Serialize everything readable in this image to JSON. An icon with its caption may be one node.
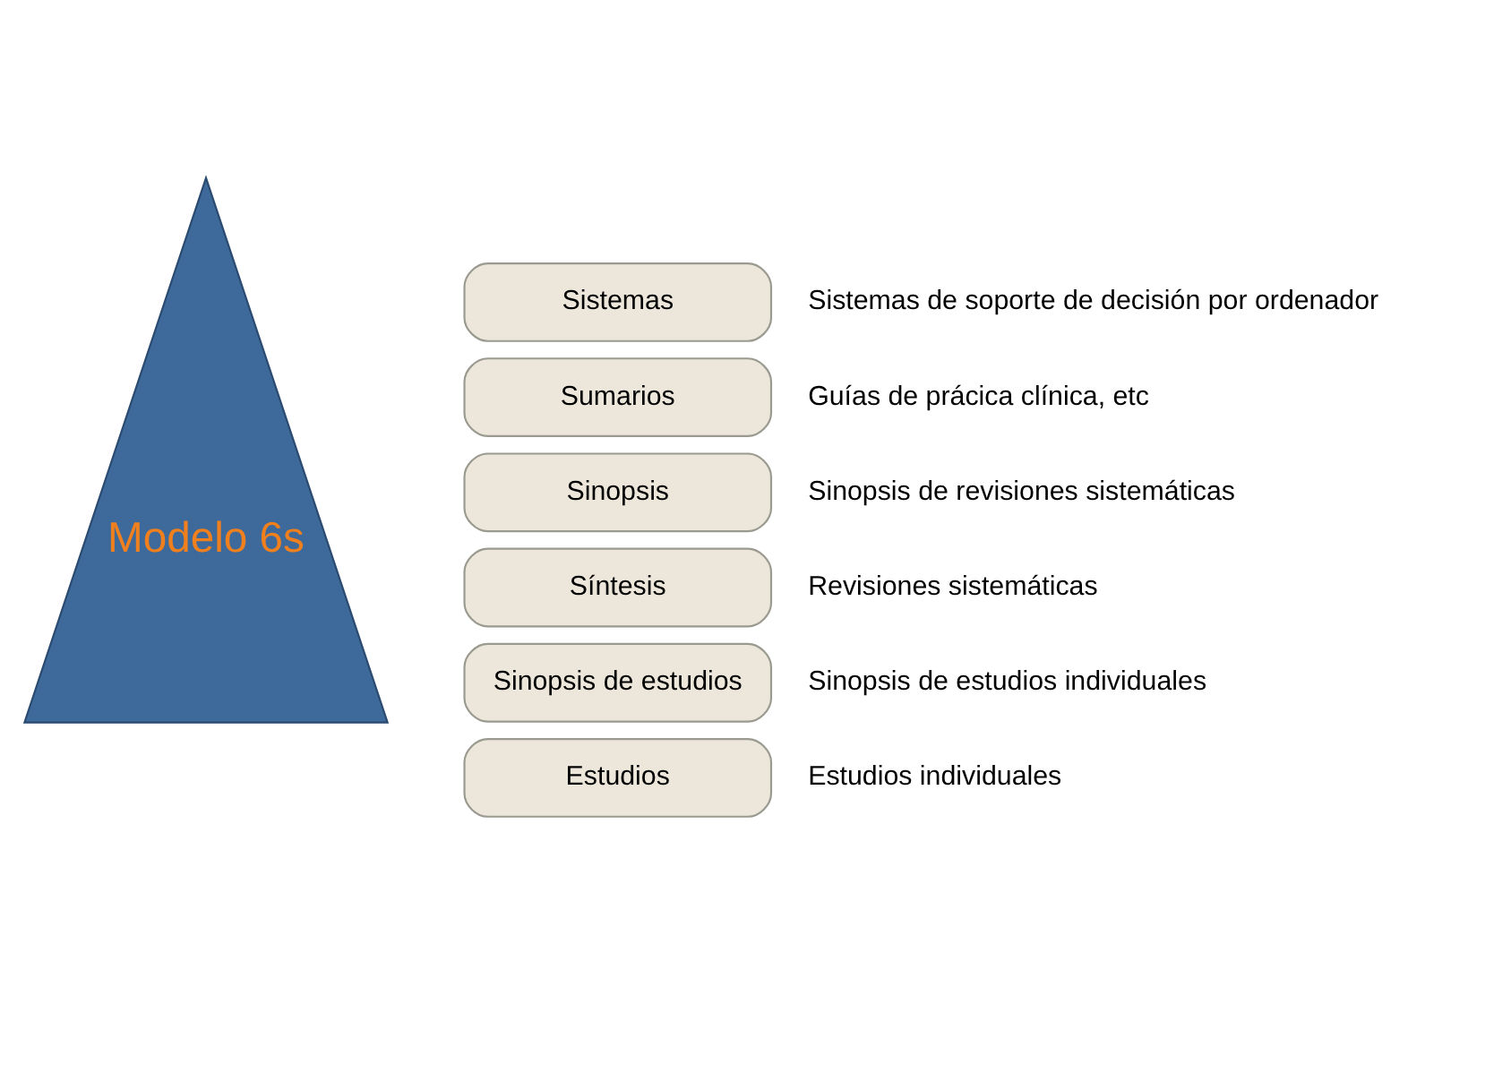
{
  "diagram": {
    "nodes": [
      {
        "text": [
          "Modelo 6s"
        ]
      },
      {
        "text": [
          "Sistemas"
        ],
        "beside": [
          "Sistemas de soporte de decisión por ordenador"
        ]
      },
      {
        "text": [
          "Sumarios"
        ],
        "beside": [
          "Guías de prácica clínica, etc"
        ]
      },
      {
        "text": [
          "Sinopsis"
        ],
        "beside": [
          "Sinopsis de revisiones sistemáticas"
        ]
      },
      {
        "text": [
          "Síntesis"
        ],
        "beside": [
          "Revisiones sistemáticas"
        ]
      },
      {
        "text": [
          "Sinopsis de estudios"
        ],
        "beside": [
          "Sinopsis de estudios individuales"
        ]
      },
      {
        "text": [
          "Estudios"
        ],
        "beside": [
          "Estudios individuales"
        ]
      }
    ]
  }
}
